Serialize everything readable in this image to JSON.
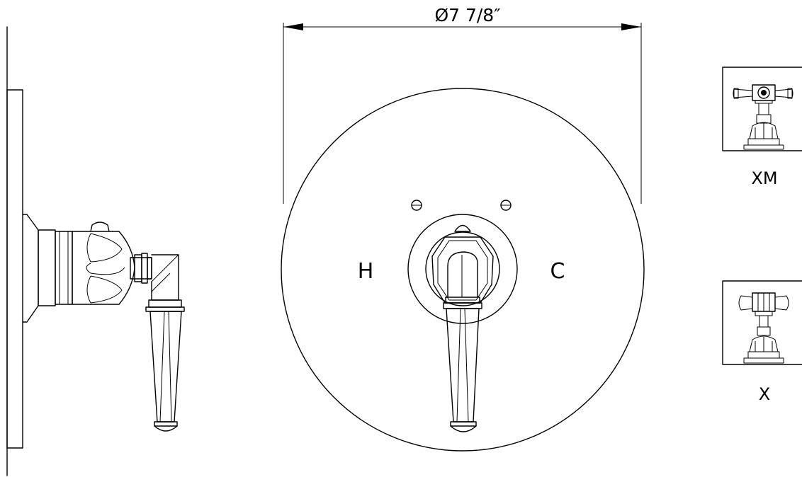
{
  "dimension": {
    "diameter_label": "Ø7 7/8″"
  },
  "front_view": {
    "hot_label": "H",
    "cold_label": "C"
  },
  "variants": [
    {
      "label": "XM",
      "handle": "cross-handle-metal"
    },
    {
      "label": "X",
      "handle": "cross-handle"
    }
  ]
}
